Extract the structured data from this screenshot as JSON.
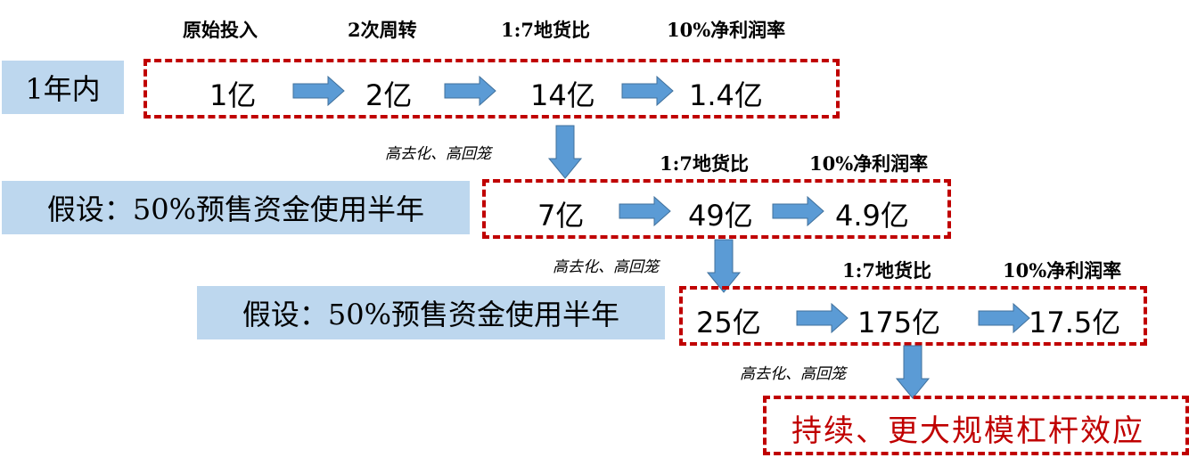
{
  "row1": {
    "headers": [
      "原始投入",
      "2次周转",
      "1:7地货比",
      "10%净利润率"
    ],
    "label": "1年内",
    "values": [
      "1亿",
      "2亿",
      "14亿",
      "1.4亿"
    ]
  },
  "row2": {
    "headers": [
      "1:7地货比",
      "10%净利润率"
    ],
    "label": "假设：50%预售资金使用半年",
    "values": [
      "7亿",
      "49亿",
      "4.9亿"
    ]
  },
  "row3": {
    "headers": [
      "1:7地货比",
      "10%净利润率"
    ],
    "label": "假设：50%预售资金使用半年",
    "values": [
      "25亿",
      "175亿",
      "17.5亿"
    ]
  },
  "transitions": [
    "高去化、高回笼",
    "高去化、高回笼",
    "高去化、高回笼"
  ],
  "conclusion": "持续、更大规模杠杆效应",
  "colors": {
    "label_bg": "#bdd7ee",
    "dash": "#c00000",
    "arrow": "#5b9bd5",
    "arrow_border": "#41719c",
    "conclusion_text": "#c00000"
  }
}
